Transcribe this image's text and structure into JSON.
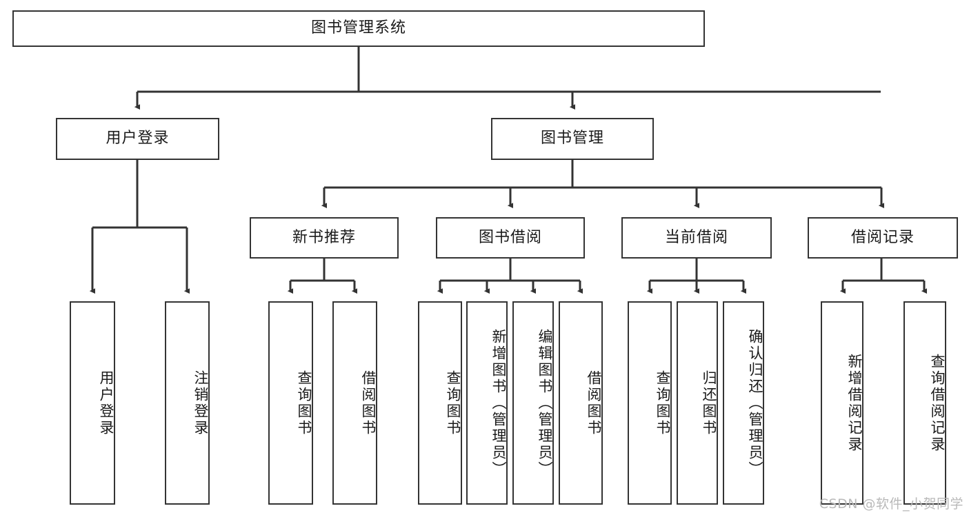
{
  "diagram": {
    "title": "图书管理系统",
    "type": "tree-hierarchy-diagram",
    "colors": {
      "stroke": "#333333",
      "fill": "#ffffff",
      "text": "#1a1a1a",
      "watermark": "#b9b9b9"
    },
    "root": {
      "label": "图书管理系统"
    },
    "level2": [
      {
        "label": "用户登录"
      },
      {
        "label": "图书管理"
      }
    ],
    "level3": [
      {
        "label": "新书推荐"
      },
      {
        "label": "图书借阅"
      },
      {
        "label": "当前借阅"
      },
      {
        "label": "借阅记录"
      }
    ],
    "leaves": {
      "user_login": [
        {
          "label": "用户登录"
        },
        {
          "label": "注销登录"
        }
      ],
      "new_book_recommend": [
        {
          "label": "查询图书"
        },
        {
          "label": "借阅图书"
        }
      ],
      "book_borrow": [
        {
          "label": "查询图书"
        },
        {
          "label": "新增图书（管理员）"
        },
        {
          "label": "编辑图书（管理员）"
        },
        {
          "label": "借阅图书"
        }
      ],
      "current_borrow": [
        {
          "label": "查询图书"
        },
        {
          "label": "归还图书"
        },
        {
          "label": "确认归还（管理员）"
        }
      ],
      "borrow_record": [
        {
          "label": "新增借阅记录"
        },
        {
          "label": "查询借阅记录"
        }
      ]
    },
    "watermark": "CSDN @软件_小贺同学"
  }
}
